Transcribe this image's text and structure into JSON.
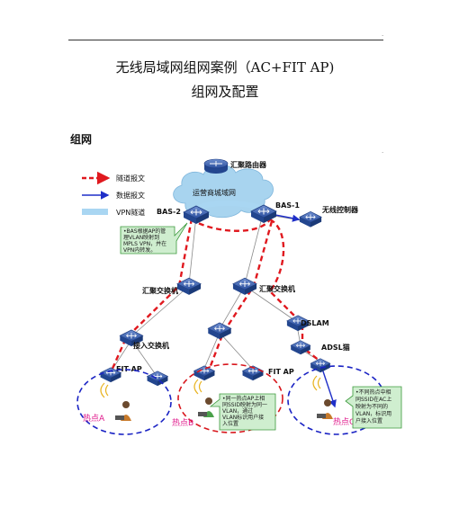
{
  "document": {
    "mark": "·",
    "title_line1": "无线局域网组网案例（AC+FIT AP)",
    "title_line2": "组网及配置",
    "section_heading": "组网",
    "section_mark": "·"
  },
  "diagram": {
    "legend": {
      "tunnel": "隧道报文",
      "data": "数据报文",
      "vpn": "VPN隧道"
    },
    "labels": {
      "core_router": "汇聚路由器",
      "metro_network": "运营商城域网",
      "bas2": "BAS-2",
      "bas1": "BAS-1",
      "wireless_controller": "无线控制器",
      "agg_switch_left": "汇聚交换机",
      "agg_switch_right": "汇聚交换机",
      "dslam": "DSLAM",
      "access_switch": "接入交换机",
      "adsl_cat": "ADSL猫",
      "fit_ap_left": "FIT AP",
      "fit_ap_mid": "FIT AP",
      "hotspot_a": "热点A",
      "hotspot_b": "热点B",
      "hotspot_c": "热点C"
    },
    "notes": {
      "bas_note": [
        "•BAS根据AP的管",
        "理VLAN映射到",
        "MPLS VPN，并在",
        "VPN内转发。"
      ],
      "hotspot_note": [
        "•同一热点AP上相",
        "同SSID映射为同一",
        "VLAN，通过",
        "VLAN标识用户接",
        "入位置"
      ],
      "right_note": [
        "•不同热点中相",
        "同SSID在AC上",
        "映射为不同的",
        "VLAN，标识用",
        "户接入位置"
      ]
    },
    "colors": {
      "tunnel": "#e0191f",
      "data": "#1f2fc8",
      "vpn": "#a9d6f2",
      "device": "#2b55a8",
      "note_bg": "#cfeecf",
      "note_border": "#3c9a3c",
      "hotspot_ring": "#1a23c4",
      "hotspot_ring_b": "#d8161c",
      "hotspot_text": "#e01a8c",
      "cloud": "#a8d4ef"
    }
  }
}
